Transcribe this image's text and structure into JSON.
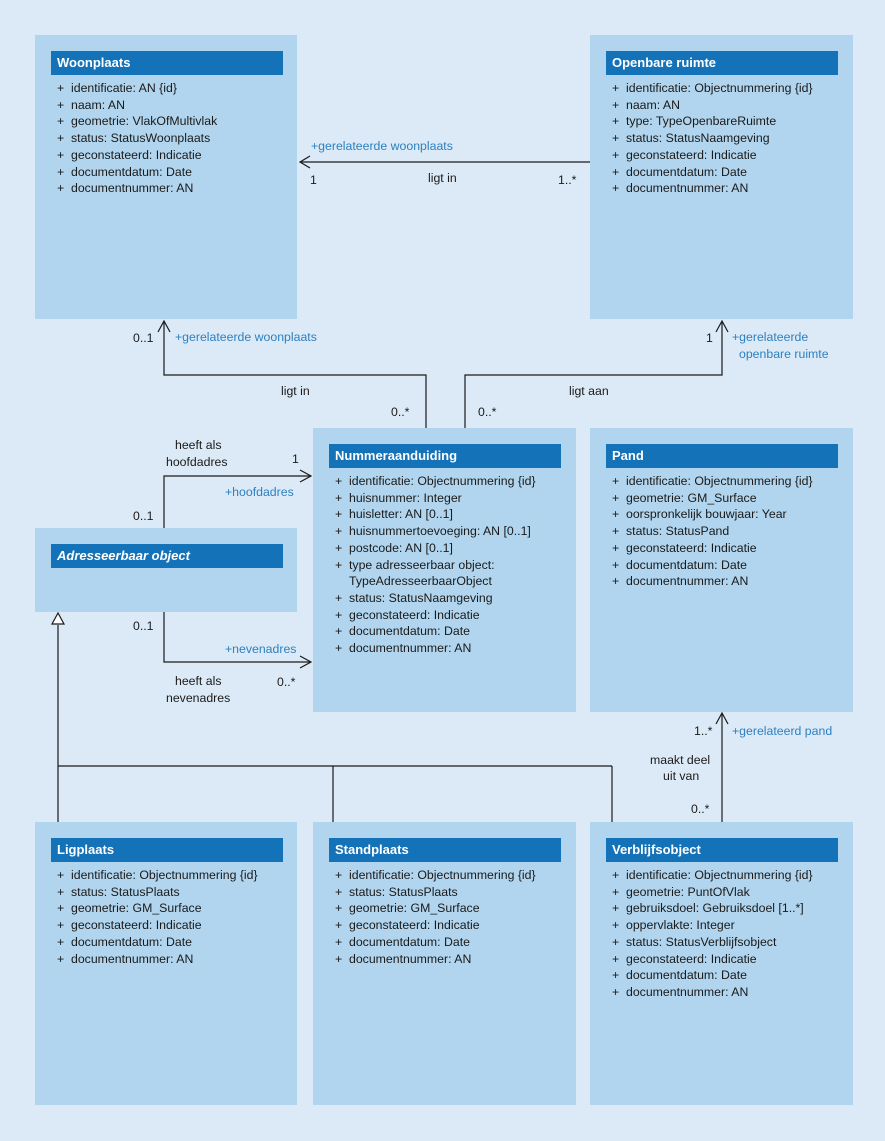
{
  "classes": {
    "woonplaats": {
      "title": "Woonplaats",
      "attributes": [
        "identificatie: AN {id}",
        "naam: AN",
        "geometrie: VlakOfMultivlak",
        "status: StatusWoonplaats",
        "geconstateerd: Indicatie",
        "documentdatum: Date",
        "documentnummer: AN"
      ]
    },
    "openbare_ruimte": {
      "title": "Openbare ruimte",
      "attributes": [
        "identificatie: Objectnummering {id}",
        "naam: AN",
        "type: TypeOpenbareRuimte",
        "status: StatusNaamgeving",
        "geconstateerd: Indicatie",
        "documentdatum: Date",
        "documentnummer: AN"
      ]
    },
    "nummeraanduiding": {
      "title": "Nummeraanduiding",
      "attributes": [
        "identificatie: Objectnummering {id}",
        "huisnummer: Integer",
        "huisletter: AN [0..1]",
        "huisnummertoevoeging: AN [0..1]",
        "postcode: AN [0..1]",
        "type adresseerbaar object:",
        "TypeAdresseerbaarObject",
        "status: StatusNaamgeving",
        "geconstateerd: Indicatie",
        "documentdatum: Date",
        "documentnummer: AN"
      ]
    },
    "pand": {
      "title": "Pand",
      "attributes": [
        "identificatie: Objectnummering {id}",
        "geometrie: GM_Surface",
        "oorspronkelijk bouwjaar: Year",
        "status: StatusPand",
        "geconstateerd: Indicatie",
        "documentdatum: Date",
        "documentnummer: AN"
      ]
    },
    "adresseerbaar_object": {
      "title": "Adresseerbaar object",
      "attributes": []
    },
    "ligplaats": {
      "title": "Ligplaats",
      "attributes": [
        "identificatie: Objectnummering {id}",
        "status: StatusPlaats",
        "geometrie: GM_Surface",
        "geconstateerd: Indicatie",
        "documentdatum: Date",
        "documentnummer: AN"
      ]
    },
    "standplaats": {
      "title": "Standplaats",
      "attributes": [
        "identificatie: Objectnummering {id}",
        "status: StatusPlaats",
        "geometrie: GM_Surface",
        "geconstateerd: Indicatie",
        "documentdatum: Date",
        "documentnummer: AN"
      ]
    },
    "verblijfsobject": {
      "title": "Verblijfsobject",
      "attributes": [
        "identificatie: Objectnummering {id}",
        "geometrie: PuntOfVlak",
        "gebruiksdoel: Gebruiksdoel [1..*]",
        "oppervlakte: Integer",
        "status: StatusVerblijfsobject",
        "geconstateerd: Indicatie",
        "documentdatum: Date",
        "documentnummer: AN"
      ]
    }
  },
  "associations": {
    "or_wp": {
      "role": "+gerelateerde woonplaats",
      "name": "ligt in",
      "mult_target": "1",
      "mult_source": "1..*"
    },
    "na_wp": {
      "role": "+gerelateerde woonplaats",
      "name": "ligt in",
      "mult_target": "0..1",
      "mult_source": "0..*"
    },
    "na_or": {
      "role_line1": "+gerelateerde",
      "role_line2": "openbare ruimte",
      "name": "ligt aan",
      "mult_target": "1",
      "mult_source": "0..*"
    },
    "hoofdadres": {
      "role": "+hoofdadres",
      "name_line1": "heeft als",
      "name_line2": "hoofdadres",
      "mult_target": "1",
      "mult_source": "0..1"
    },
    "nevenadres": {
      "role": "+nevenadres",
      "name_line1": "heeft als",
      "name_line2": "nevenadres",
      "mult_target": "0..*",
      "mult_source": "0..1"
    },
    "vbo_pand": {
      "role": "+gerelateerd pand",
      "name_line1": "maakt deel",
      "name_line2": "uit van",
      "mult_target": "1..*",
      "mult_source": "0..*"
    }
  }
}
